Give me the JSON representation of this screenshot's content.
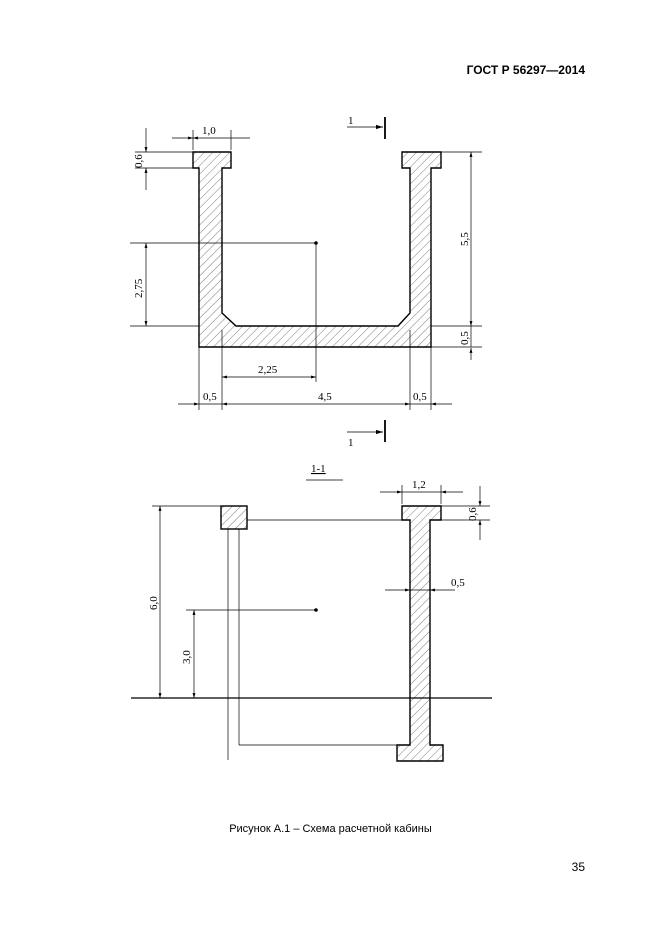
{
  "header": {
    "standard": "ГОСТ Р 56297—2014"
  },
  "plan": {
    "dim_top_width": "1,0",
    "dim_top_height": "0,6",
    "dim_height": "5,5",
    "dim_bottom": "0,5",
    "dim_center_height": "2,75",
    "dim_center_width": "2,25",
    "dim_left_wall": "0,5",
    "dim_inner_width": "4,5",
    "dim_right_wall": "0,5",
    "section_mark_top": "1",
    "section_mark_bottom": "1"
  },
  "section": {
    "title": "1-1",
    "dim_top_width": "1,2",
    "dim_top_height": "0,6",
    "dim_wall": "0,5",
    "dim_total_height": "6,0",
    "dim_center_height": "3,0"
  },
  "caption": "Рисунок А.1 – Схема расчетной кабины",
  "page_number": "35"
}
